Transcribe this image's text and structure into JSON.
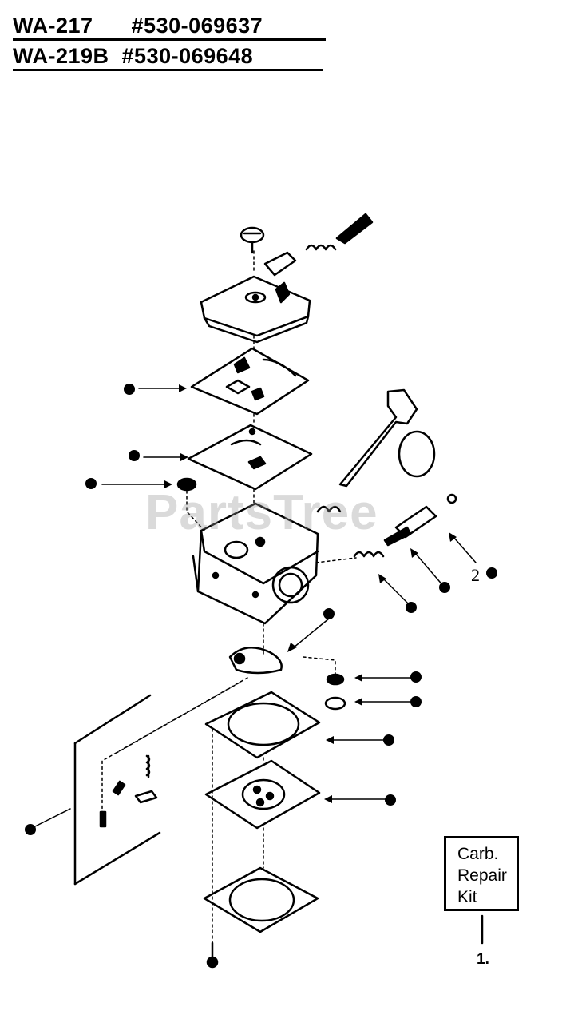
{
  "title": {
    "line1": "WA-217      #530-069637",
    "line2": "WA-219B  #530-069648"
  },
  "kit_box": {
    "lines": [
      "Carb.",
      "Repair",
      "Kit"
    ],
    "reference": "1."
  },
  "callout_label": "2",
  "watermark": "PartsTree",
  "colors": {
    "ink": "#000000",
    "paper": "#ffffff"
  }
}
